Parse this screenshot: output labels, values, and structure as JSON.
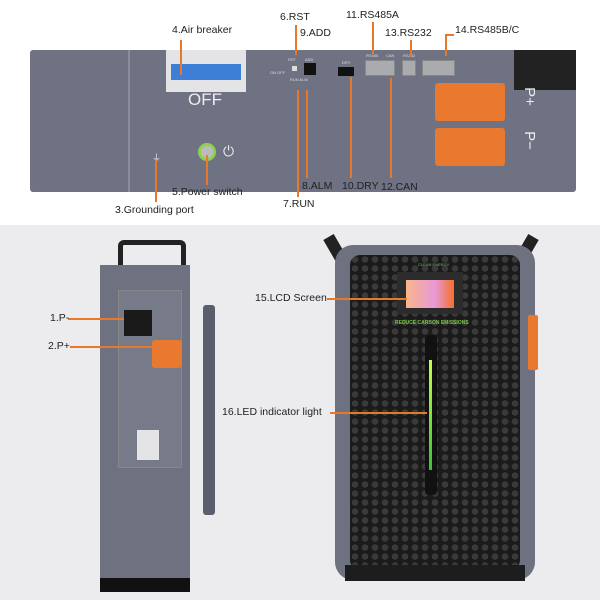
{
  "top_labels": {
    "air_breaker": "4.Air breaker",
    "rst": "6.RST",
    "add": "9.ADD",
    "rs485a": "11.RS485A",
    "rs232": "13.RS232",
    "rs485bc": "14.RS485B/C",
    "power_switch": "5.Power switch",
    "grounding": "3.Grounding port",
    "run": "7.RUN",
    "alm": "8.ALM",
    "dry": "10.DRY",
    "can": "12.CAN"
  },
  "panel_text": {
    "off": "OFF",
    "p_plus": "P+",
    "p_minus": "P−",
    "rst": "RST",
    "add": "ADD",
    "dry": "DRY",
    "rs485": "RS485",
    "can": "CAN",
    "rs232": "RS232",
    "onoff": "ON OFF",
    "runalm": "RUN ALM"
  },
  "bottom_labels": {
    "p_minus": "1.P-",
    "p_plus": "2.P+",
    "lcd": "15.LCD Screen",
    "led": "16.LED indicator light"
  },
  "device_text": {
    "brand": "CLEAN ENERGY",
    "slogan": "REDUCE CARBON EMISSIONS"
  },
  "colors": {
    "accent": "#e8782a",
    "panel": "#6e7282"
  }
}
